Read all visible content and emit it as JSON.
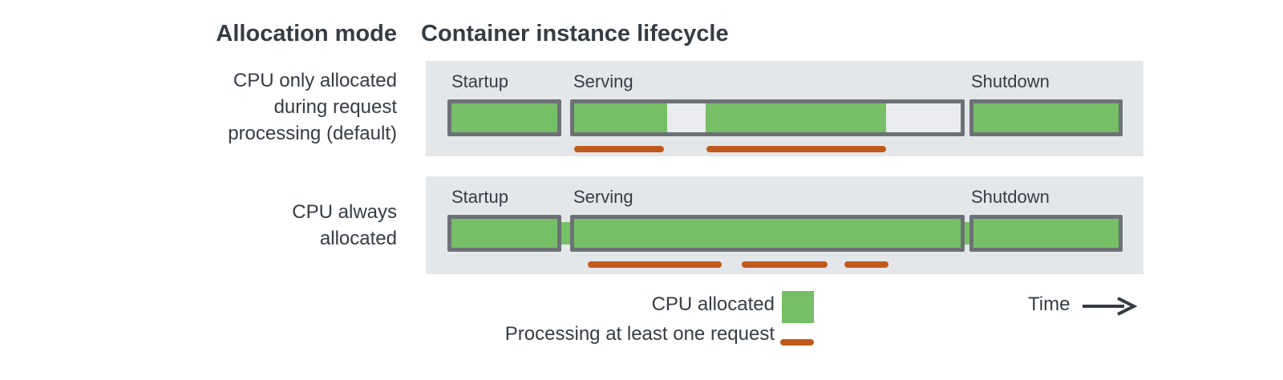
{
  "header": {
    "allocation_mode": "Allocation mode",
    "lifecycle": "Container instance lifecycle"
  },
  "rows": [
    {
      "label_lines": [
        "CPU only allocated",
        "during request",
        "processing (default)"
      ],
      "phases": {
        "startup": "Startup",
        "serving": "Serving",
        "shutdown": "Shutdown"
      },
      "continuous_allocation": false,
      "serving_segments": [
        {
          "allocated": true,
          "width_pct": 24.07
        },
        {
          "allocated": false,
          "width_pct": 9.96
        },
        {
          "allocated": true,
          "width_pct": 46.68
        },
        {
          "allocated": false,
          "width_pct": 19.29
        }
      ],
      "request_bars": [
        {
          "left_pct": 20.67,
          "width_pct": 12.51
        },
        {
          "left_pct": 39.11,
          "width_pct": 25.03
        }
      ]
    },
    {
      "label_lines": [
        "CPU always",
        "allocated"
      ],
      "phases": {
        "startup": "Startup",
        "serving": "Serving",
        "shutdown": "Shutdown"
      },
      "continuous_allocation": true,
      "serving_segments": [
        {
          "allocated": true,
          "width_pct": 100
        }
      ],
      "request_bars": [
        {
          "left_pct": 22.57,
          "width_pct": 18.66
        },
        {
          "left_pct": 44.02,
          "width_pct": 11.96
        },
        {
          "left_pct": 58.32,
          "width_pct": 6.15
        }
      ]
    }
  ],
  "legend": {
    "cpu_allocated": "CPU allocated",
    "processing": "Processing at least one request"
  },
  "time_label": "Time",
  "colors": {
    "cpu_allocated_green": "#76bf67",
    "request_orange": "#c05a1b",
    "panel_bg": "#e4e7ea",
    "idle_fill": "#e9ebee",
    "box_border": "#6c7176",
    "text": "#353c44"
  }
}
